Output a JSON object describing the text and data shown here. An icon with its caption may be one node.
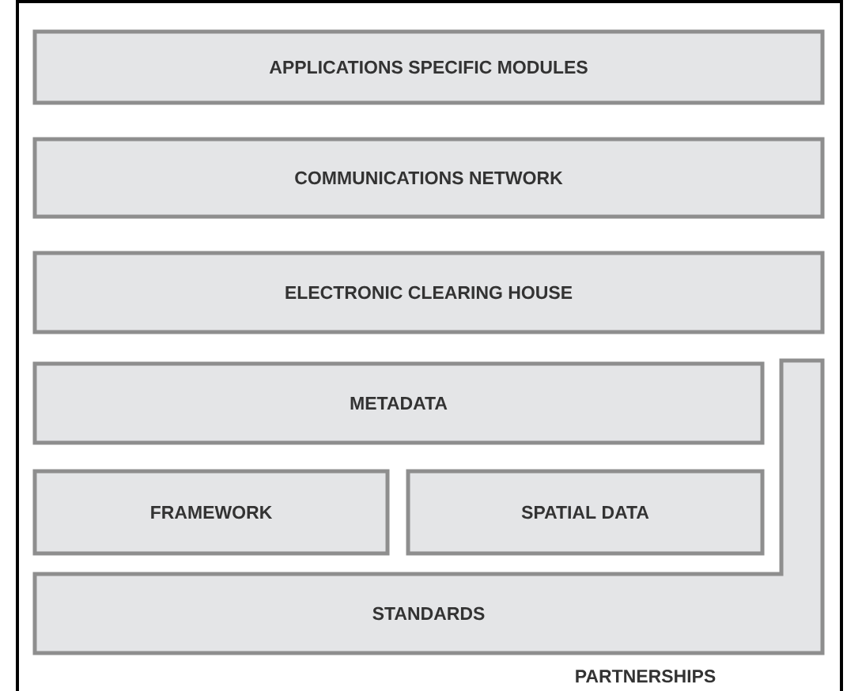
{
  "diagram": {
    "nodes": [
      {
        "text": [
          "APPLICATIONS SPECIFIC MODULES"
        ]
      },
      {
        "text": [
          "COMMUNICATIONS NETWORK"
        ]
      },
      {
        "text": [
          "ELECTRONIC CLEARING HOUSE"
        ]
      },
      {
        "text": [
          "METADATA"
        ]
      },
      {
        "text": [
          "FRAMEWORK"
        ]
      },
      {
        "text": [
          "SPATIAL DATA"
        ]
      },
      {
        "text": [
          "STANDARDS"
        ]
      }
    ],
    "labels": [
      "PARTNERSHIPS"
    ]
  }
}
